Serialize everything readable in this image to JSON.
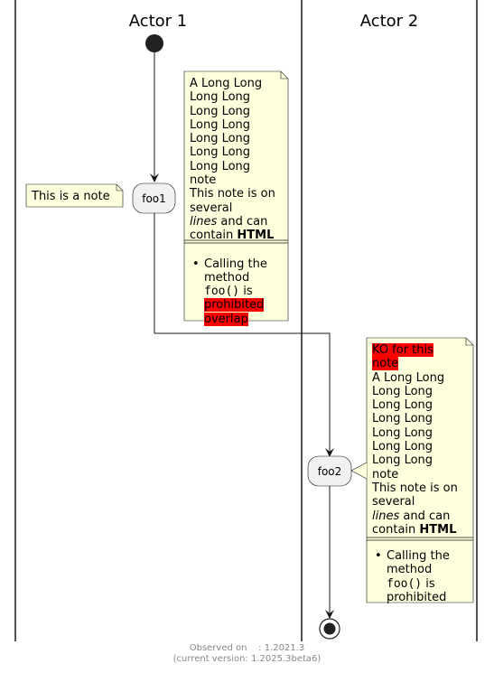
{
  "swimlanes": [
    {
      "title": "Actor 1"
    },
    {
      "title": "Actor 2"
    }
  ],
  "activities": {
    "foo1": "foo1",
    "foo2": "foo2"
  },
  "notes": {
    "left_note": "This is a note",
    "note1": {
      "text": "A Long Long\nLong Long\nLong Long\nLong Long\nLong Long\nLong Long\nLong Long\nnote\nThis note is on\nseveral",
      "lines_word": "lines",
      "and_can": " and can",
      "contain": "contain ",
      "html_word": "HTML",
      "bullet_line1": "Calling the\nmethod",
      "code": "foo()",
      "is_word": " is",
      "hl1": "prohibited",
      "hl2": "overlap"
    },
    "note2": {
      "hl_line1": "KO for this",
      "hl_line2": "note",
      "text": "A Long Long\nLong Long\nLong Long\nLong Long\nLong Long\nLong Long\nLong Long\nnote\nThis note is on\nseveral",
      "lines_word": "lines",
      "and_can": " and can",
      "contain": "contain ",
      "html_word": "HTML",
      "bullet_line1": "Calling the\nmethod",
      "code": "foo()",
      "is_word": " is",
      "last": "prohibited"
    }
  },
  "footer": {
    "line1": "Observed on    : 1.2021.3",
    "line2": "(current version: 1.2025.3beta6)"
  },
  "colors": {
    "note_fill": "#FEFFDD",
    "activity_fill": "#F1F1F1",
    "highlight": "#FF0000"
  }
}
